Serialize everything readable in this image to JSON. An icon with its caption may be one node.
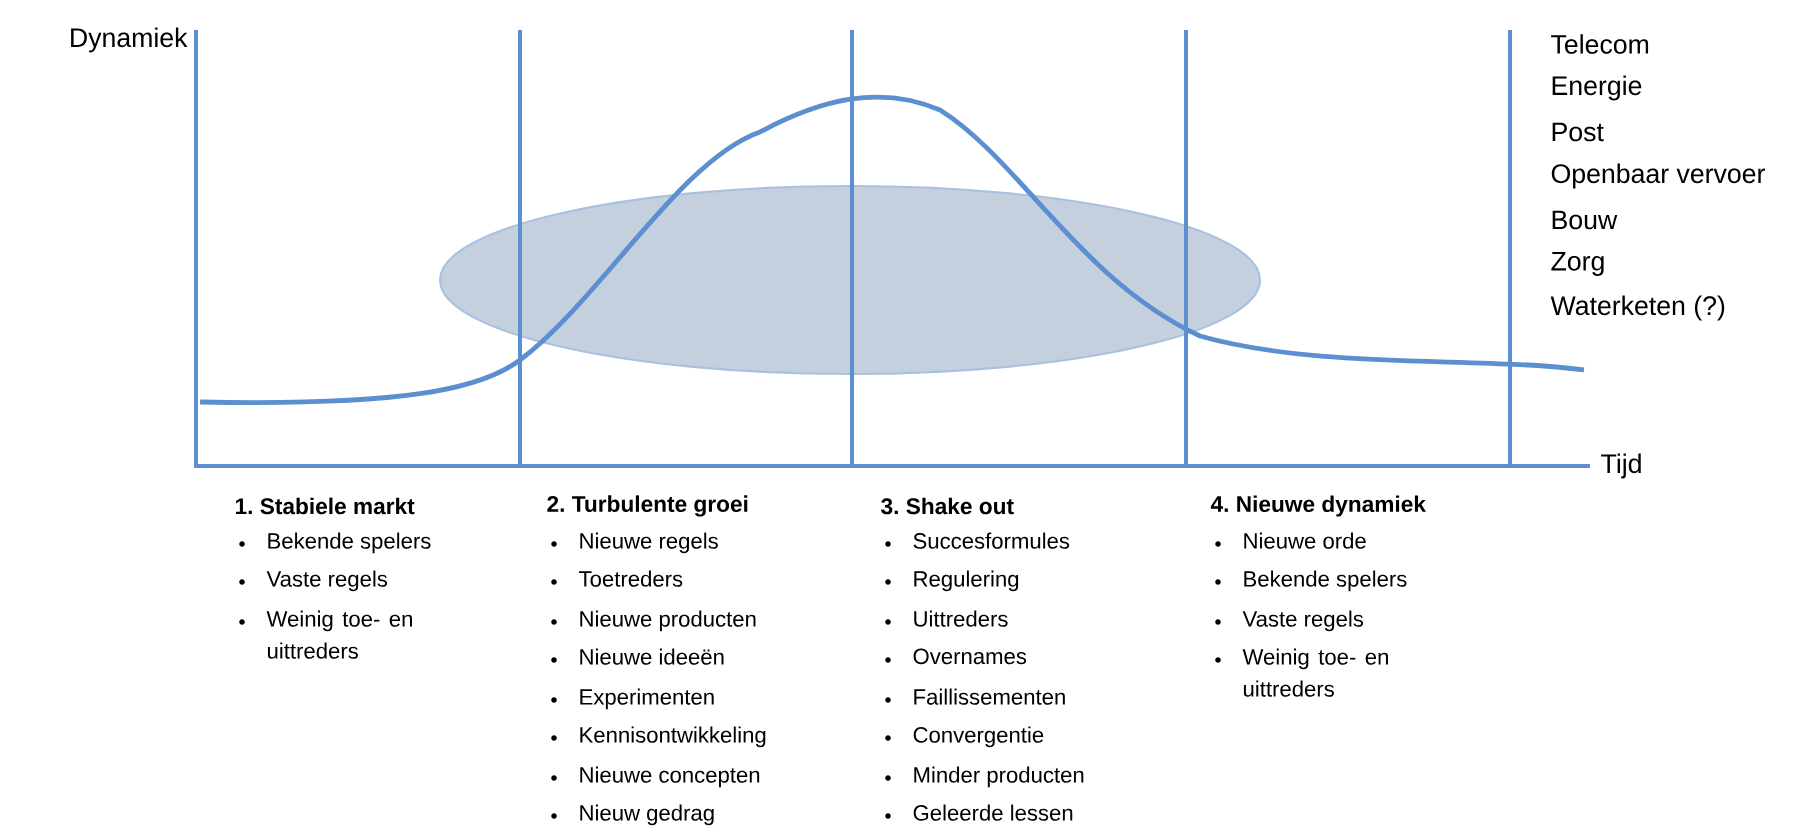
{
  "diagram": {
    "labels": [
      "Dynamiek",
      "Telecom",
      "Energie",
      "Post",
      "Openbaar vervoer",
      "Bouw",
      "Zorg",
      "Waterketen (?)",
      "Tijd",
      "1. Stabiele markt",
      "Bekende spelers",
      "Vaste regels",
      "Weinig toe- en uittreders",
      "2. Turbulente groei",
      "Nieuwe regels",
      "Toetreders",
      "Nieuwe producten",
      "Nieuwe ideeën",
      "Experimenten",
      "Kennisontwikkeling",
      "Nieuwe concepten",
      "Nieuw gedrag",
      "3. Shake out",
      "Succesformules",
      "Regulering",
      "Uittreders",
      "Overnames",
      "Faillissementen",
      "Convergentie",
      "Minder producten",
      "Geleerde lessen",
      "4. Nieuwe dynamiek",
      "Nieuwe orde",
      "Bekende spelers",
      "Vaste regels",
      "Weinig toe- en uittreders"
    ]
  }
}
